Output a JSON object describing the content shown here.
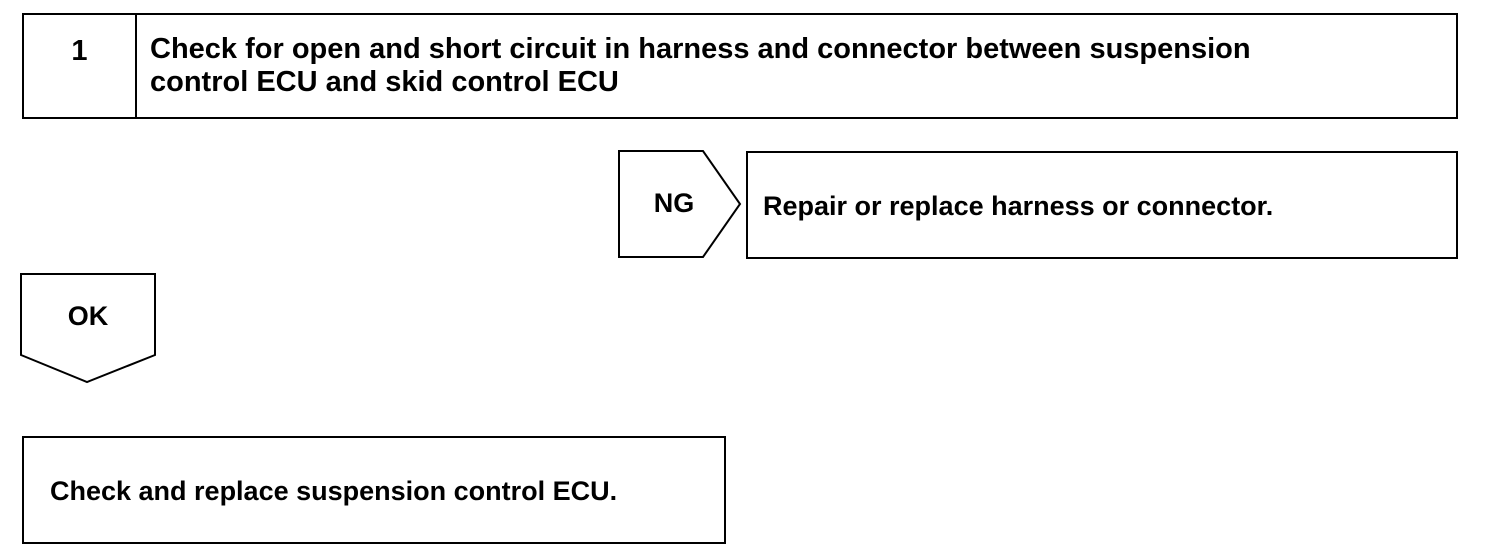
{
  "step": {
    "number": "1",
    "title_line1": "Check for open and short circuit in harness and connector between suspension",
    "title_line2": "control ECU and skid control ECU"
  },
  "ng_branch": {
    "label": "NG",
    "action": "Repair or replace harness or connector."
  },
  "ok_branch": {
    "label": "OK"
  },
  "next_step": {
    "action": "Check and replace suspension control ECU."
  }
}
